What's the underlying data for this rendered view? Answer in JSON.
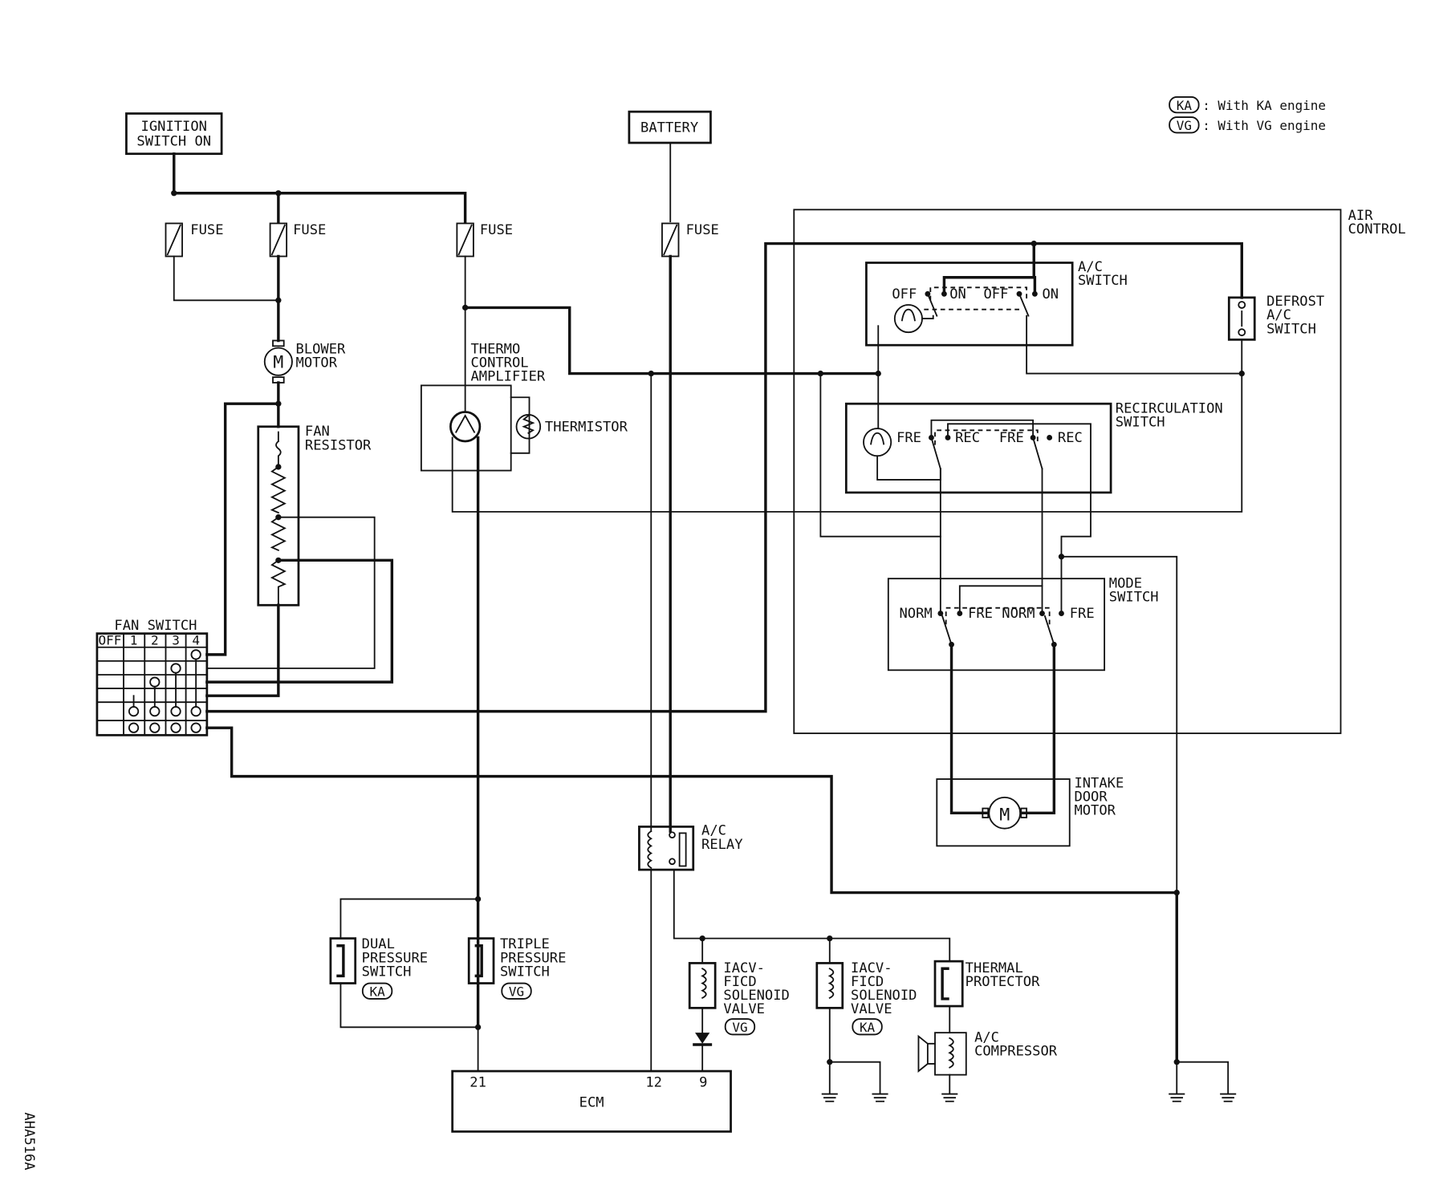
{
  "legend": {
    "ka": {
      "badge": "KA",
      "text": ": With KA engine"
    },
    "vg": {
      "badge": "VG",
      "text": ": With VG engine"
    }
  },
  "figure_id": "AHA516A",
  "power": {
    "ignition": [
      "IGNITION",
      "SWITCH ON"
    ],
    "battery": "BATTERY",
    "fuse": "FUSE"
  },
  "components": {
    "blower_motor": [
      "BLOWER",
      "MOTOR"
    ],
    "fan_resistor": [
      "FAN",
      "RESISTOR"
    ],
    "fan_switch": {
      "title": "FAN SWITCH",
      "positions": [
        "OFF",
        "1",
        "2",
        "3",
        "4"
      ]
    },
    "thermo_amp": [
      "THERMO",
      "CONTROL",
      "AMPLIFIER"
    ],
    "thermistor": "THERMISTOR",
    "air_control": [
      "AIR",
      "CONTROL"
    ],
    "ac_switch": {
      "title": [
        "A/C",
        "SWITCH"
      ],
      "off": "OFF",
      "on": "ON"
    },
    "defrost_switch": [
      "DEFROST",
      "A/C",
      "SWITCH"
    ],
    "recirc_switch": {
      "title": [
        "RECIRCULATION",
        "SWITCH"
      ],
      "fre": "FRE",
      "rec": "REC"
    },
    "mode_switch": {
      "title": [
        "MODE",
        "SWITCH"
      ],
      "norm": "NORM",
      "fre": "FRE"
    },
    "intake_door_motor": [
      "INTAKE",
      "DOOR",
      "MOTOR"
    ],
    "ac_relay": [
      "A/C",
      "RELAY"
    ],
    "dual_pressure_switch": {
      "label": [
        "DUAL",
        "PRESSURE",
        "SWITCH"
      ],
      "badge": "KA"
    },
    "triple_pressure_switch": {
      "label": [
        "TRIPLE",
        "PRESSURE",
        "SWITCH"
      ],
      "badge": "VG"
    },
    "iacv_vg": {
      "label": [
        "IACV-",
        "FICD",
        "SOLENOID",
        "VALVE"
      ],
      "badge": "VG"
    },
    "iacv_ka": {
      "label": [
        "IACV-",
        "FICD",
        "SOLENOID",
        "VALVE"
      ],
      "badge": "KA"
    },
    "thermal_protector": [
      "THERMAL",
      "PROTECTOR"
    ],
    "ac_compressor": [
      "A/C",
      "COMPRESSOR"
    ],
    "ecm": {
      "label": "ECM",
      "pins": [
        "21",
        "12",
        "9"
      ]
    }
  }
}
